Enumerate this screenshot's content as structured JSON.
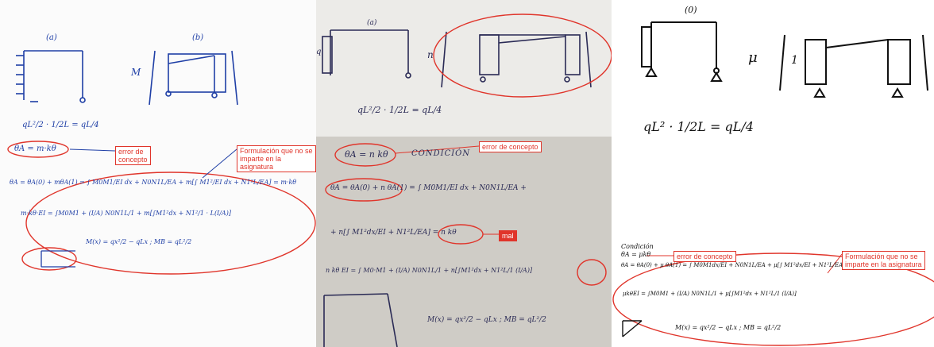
{
  "panels": {
    "p1": {
      "labels": {
        "a": "(a)",
        "b": "(b)",
        "m": "M"
      },
      "equations": [
        "qL²/2 · 1/2L = qL/4",
        "θA = m·kθ",
        "θA = θA(0) + mθA(1) = ∫ M0M1/EI dx + N0N1L/EA + m[∫ M1²/EI dx + N1²L/EA] = m·kθ",
        "m·kθ·EI = ∫M0M1 + (I/A) N0N1L/1 + m[∫M1²dx + N1²/1 · L(I/A)]",
        "M(x) = qx²/2 − qLx ;   MB = qL²/2"
      ],
      "annotations": {
        "concept_error": "error de\nconcepto",
        "not_taught": "Formulación que no se\nimparte en la asignatura"
      }
    },
    "p2": {
      "labels": {
        "a": "(a)",
        "n": "n",
        "q": "q"
      },
      "equations": [
        "qL²/2 · 1/2L = qL/4",
        "θA = n kθ",
        "CONDICIÓN",
        "θA = θA(0) + n θA(1) = ∫ M0M1/EI dx + N0N1L/EA +",
        "+ n[∫ M1²dx/EI + N1²L/EA] = n kθ",
        "n kθ EI = ∫ M0·M1 + (I/A) N0N1L/1 + n[∫M1²dx + N1²L/1 (I/A)]",
        "M(x) = qx²/2 − qLx ;   MB = qL²/2"
      ],
      "annotations": {
        "concept_error": "error de concepto",
        "mal": "mal"
      }
    },
    "p3": {
      "labels": {
        "a": "(0)",
        "mu": "μ",
        "one": "1"
      },
      "equations": [
        "qL² · 1/2L = qL/4",
        "Condición",
        "θA = μkθ",
        "θA = θA(0) + μ θA(1) = ∫ M0M1dx/EI + N0N1L/EA + μ[∫ M1²dx/EI + N1²L/EA] = μkθ",
        "μkθEI = ∫M0M1 + (I/A) N0N1L/1 + μ[∫M1²dx + N1²L/1 (I/A)]",
        "M(x) = qx²/2 − qLx ;   MB = qL²/2"
      ],
      "annotations": {
        "concept_error": "error de concepto",
        "not_taught": "Formulación que no se\nimparte en la asignatura"
      }
    }
  }
}
